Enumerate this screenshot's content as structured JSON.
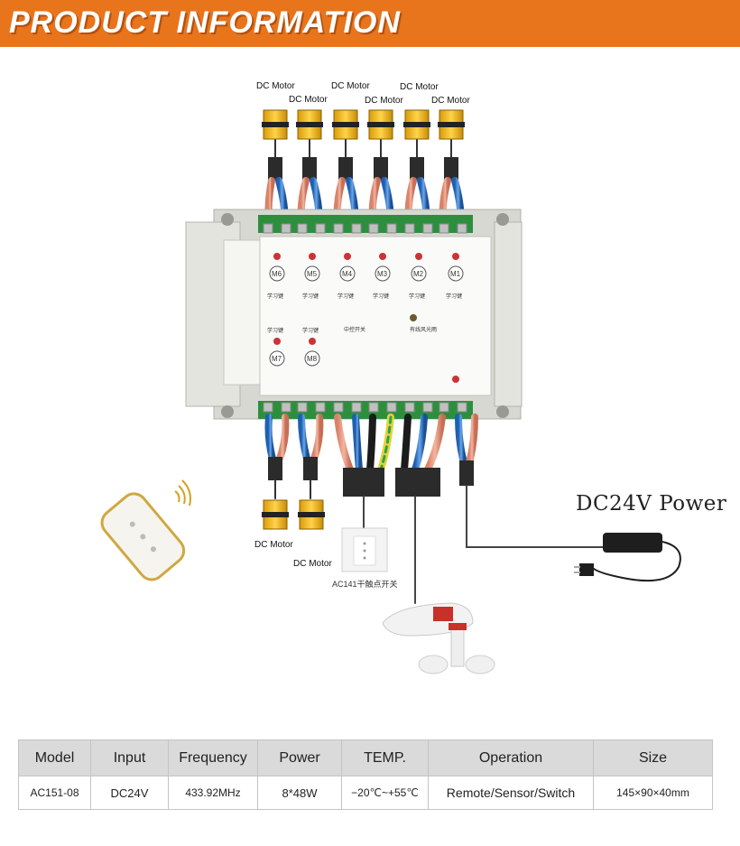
{
  "banner": {
    "title": "PRODUCT INFORMATION"
  },
  "diagram": {
    "top_motor_labels": [
      "DC Motor",
      "DC Motor",
      "DC Motor",
      "DC Motor",
      "DC Motor",
      "DC Motor"
    ],
    "bottom_motor_labels": [
      "DC Motor",
      "DC Motor"
    ],
    "channel_labels": [
      "M6",
      "M5",
      "M4",
      "M3",
      "M2",
      "M1",
      "M7",
      "M8"
    ],
    "switch_label": "AC141干触点开关",
    "power_label": "DC24V Power",
    "learn_key_label": "学习键",
    "section_labels": [
      "中控开关",
      "有线风光雨"
    ]
  },
  "table": {
    "headers": [
      "Model",
      "Input",
      "Frequency",
      "Power",
      "TEMP.",
      "Operation",
      "Size"
    ],
    "row": [
      "AC151-08",
      "DC24V",
      "433.92MHz",
      "8*48W",
      "−20℃~+55℃",
      "Remote/Sensor/Switch",
      "145×90×40mm"
    ]
  }
}
